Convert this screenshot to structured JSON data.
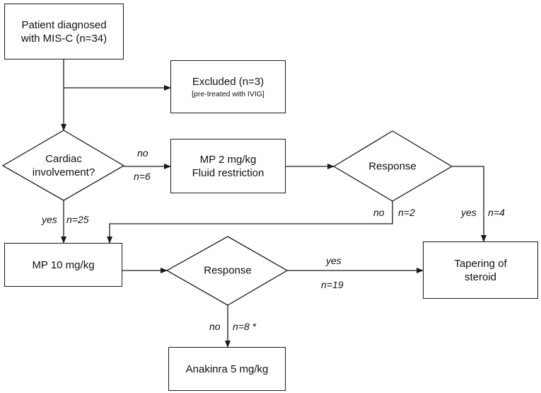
{
  "nodes": {
    "patients": {
      "line1": "Patient diagnosed",
      "line2": "with MIS-C (n=34)"
    },
    "excluded": {
      "line1": "Excluded (n=3)",
      "line2": "[pre-treated with IVIG]"
    },
    "cardiac": {
      "line1": "Cardiac",
      "line2": "involvement?"
    },
    "mp2": {
      "line1": "MP 2 mg/kg",
      "line2": "Fluid restriction"
    },
    "response1": {
      "text": "Response"
    },
    "mp10": {
      "text": "MP 10 mg/kg"
    },
    "response2": {
      "text": "Response"
    },
    "tapering": {
      "line1": "Tapering of",
      "line2": "steroid"
    },
    "anakinra": {
      "text": "Anakinra 5 mg/kg"
    }
  },
  "edges": {
    "cardiac_no": {
      "answer": "no",
      "count": "n=6"
    },
    "cardiac_yes": {
      "answer": "yes",
      "count": "n=25"
    },
    "response1_no": {
      "answer": "no",
      "count": "n=2"
    },
    "response1_yes": {
      "answer": "yes",
      "count": "n=4"
    },
    "response2_yes": {
      "answer": "yes",
      "count": "n=19"
    },
    "response2_no": {
      "answer": "no",
      "count": "n=8 *"
    }
  },
  "colors": {
    "stroke": "#1a1a1a",
    "text": "#111111",
    "background": "#ffffff"
  }
}
